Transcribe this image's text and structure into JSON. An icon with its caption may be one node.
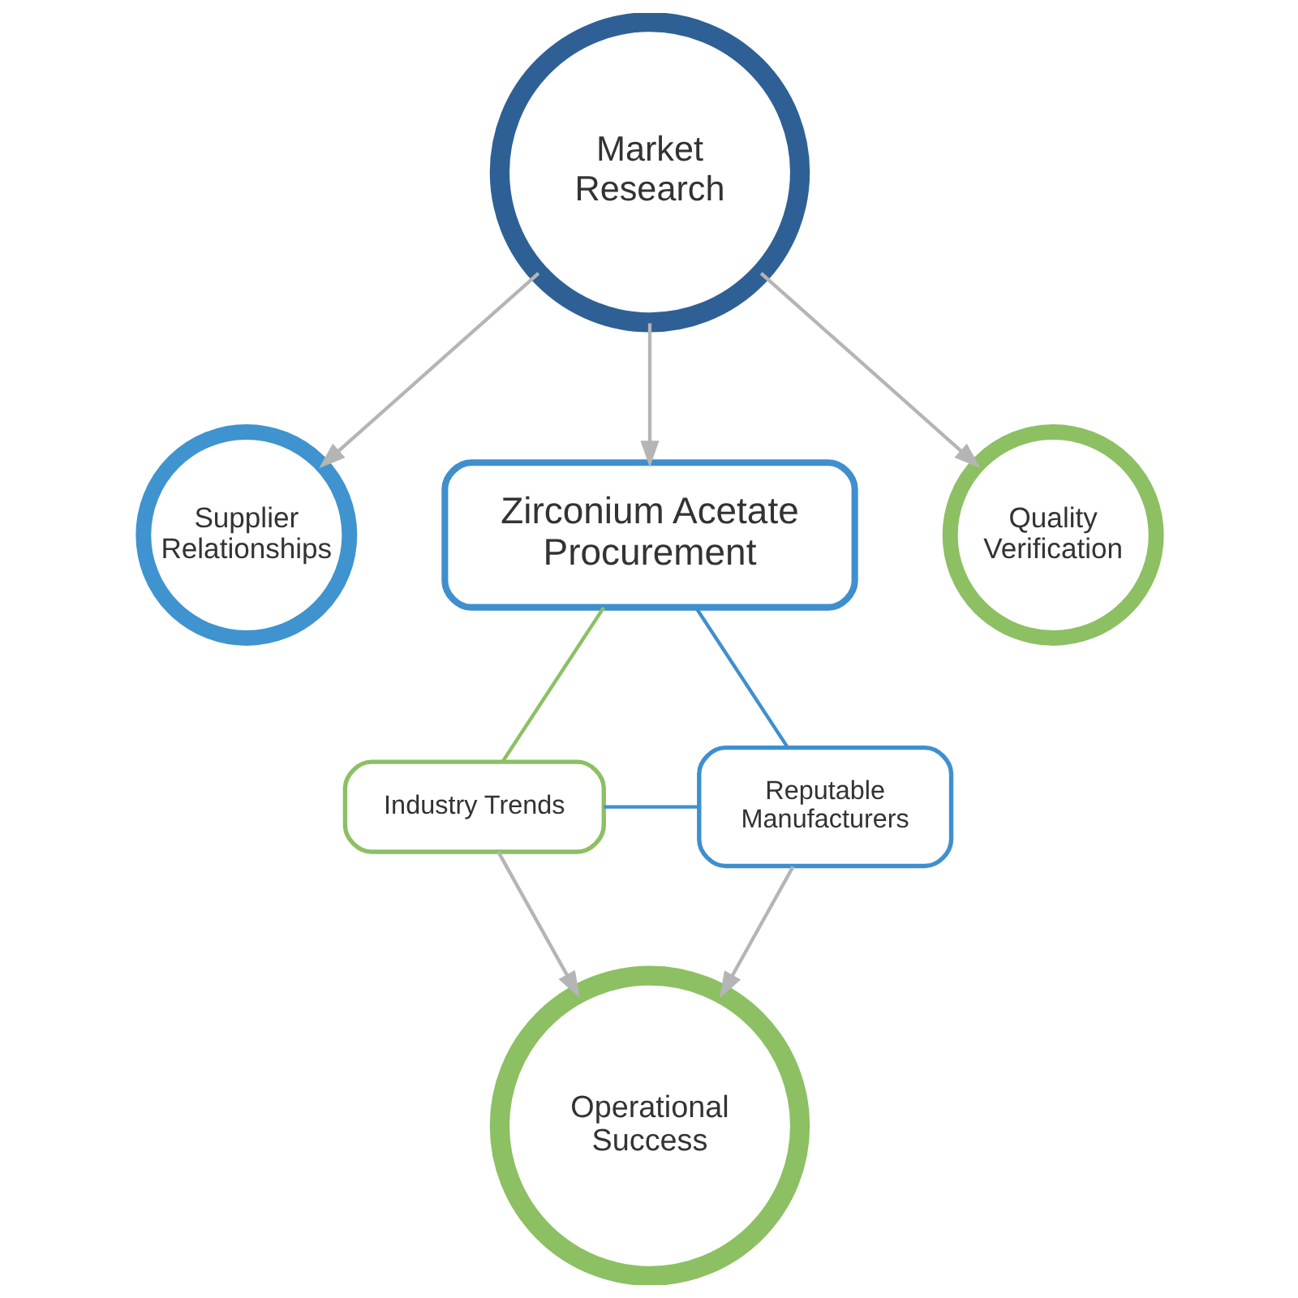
{
  "diagram": {
    "nodes": [
      {
        "text": [
          "Market Research"
        ]
      },
      {
        "text": [
          "Supplier Relationships"
        ]
      },
      {
        "text": [
          "Zirconium Acetate Procurement"
        ]
      },
      {
        "text": [
          "Quality Verification"
        ]
      },
      {
        "text": [
          "Industry Trends"
        ]
      },
      {
        "text": [
          "Reputable Manufacturers"
        ]
      },
      {
        "text": [
          "Operational Success"
        ]
      }
    ],
    "edges": [
      {
        "from": 0,
        "to": 1,
        "arrow": "to"
      },
      {
        "from": 0,
        "to": 2,
        "arrow": "to"
      },
      {
        "from": 0,
        "to": 3,
        "arrow": "to"
      },
      {
        "from": 2,
        "to": 4,
        "arrow": "none",
        "color": "#8cc063"
      },
      {
        "from": 2,
        "to": 5,
        "arrow": "none",
        "color": "#3f8fcf"
      },
      {
        "from": 4,
        "to": 5,
        "arrow": "none",
        "color": "#3f8fcf"
      },
      {
        "from": 4,
        "to": 6,
        "arrow": "to"
      },
      {
        "from": 5,
        "to": 6,
        "arrow": "to"
      }
    ]
  }
}
